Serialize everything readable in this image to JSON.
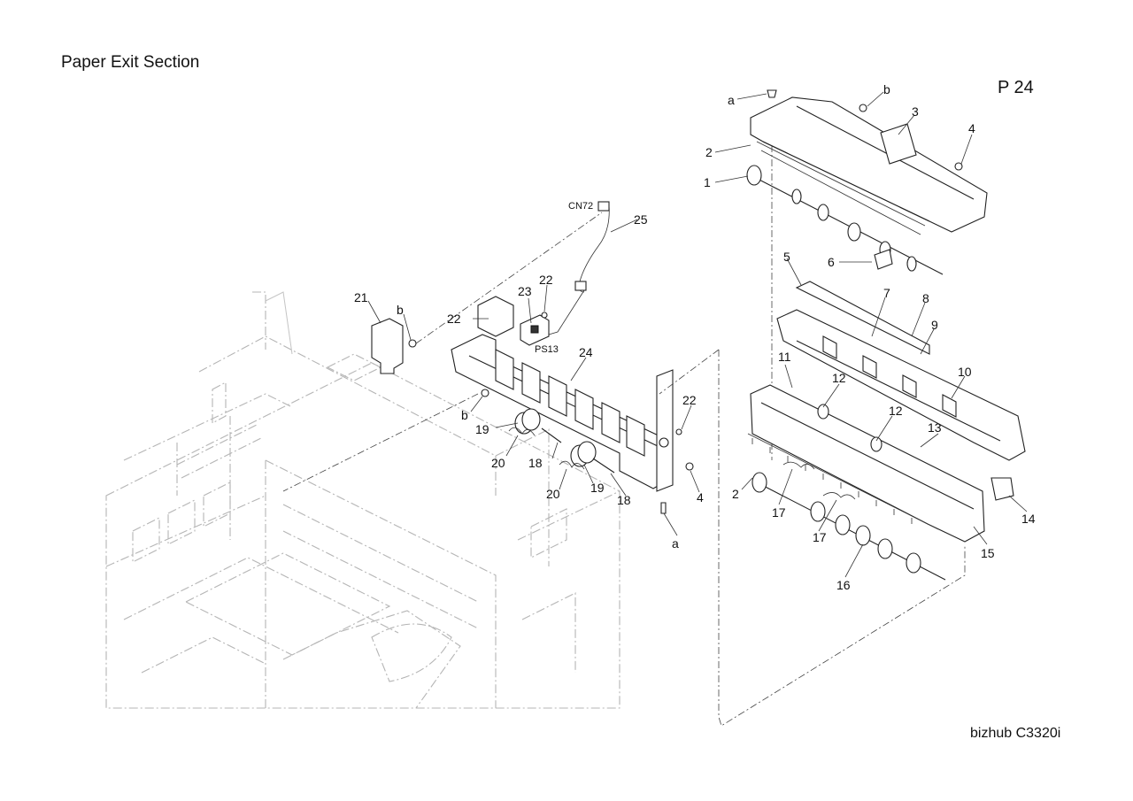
{
  "header": {
    "title": "Paper Exit Section",
    "page": "P 24"
  },
  "footer": {
    "model": "bizhub C3320i"
  },
  "connectors": {
    "cn72": "CN72",
    "ps13": "PS13"
  },
  "callouts": {
    "c1": "1",
    "c2a": "2",
    "c2b": "2",
    "c3": "3",
    "c4a": "4",
    "c4b": "4",
    "c5": "5",
    "c6": "6",
    "c7": "7",
    "c8": "8",
    "c9": "9",
    "c10": "10",
    "c11": "11",
    "c12a": "12",
    "c12b": "12",
    "c13": "13",
    "c14": "14",
    "c15": "15",
    "c16": "16",
    "c17a": "17",
    "c17b": "17",
    "c18a": "18",
    "c18b": "18",
    "c19a": "19",
    "c19b": "19",
    "c20a": "20",
    "c20b": "20",
    "c21": "21",
    "c22a": "22",
    "c22b": "22",
    "c22c": "22",
    "c23": "23",
    "c24": "24",
    "c25": "25",
    "ca_top": "a",
    "ca_bot": "a",
    "cb_top": "b",
    "cb_left": "b",
    "cb_mid": "b"
  }
}
